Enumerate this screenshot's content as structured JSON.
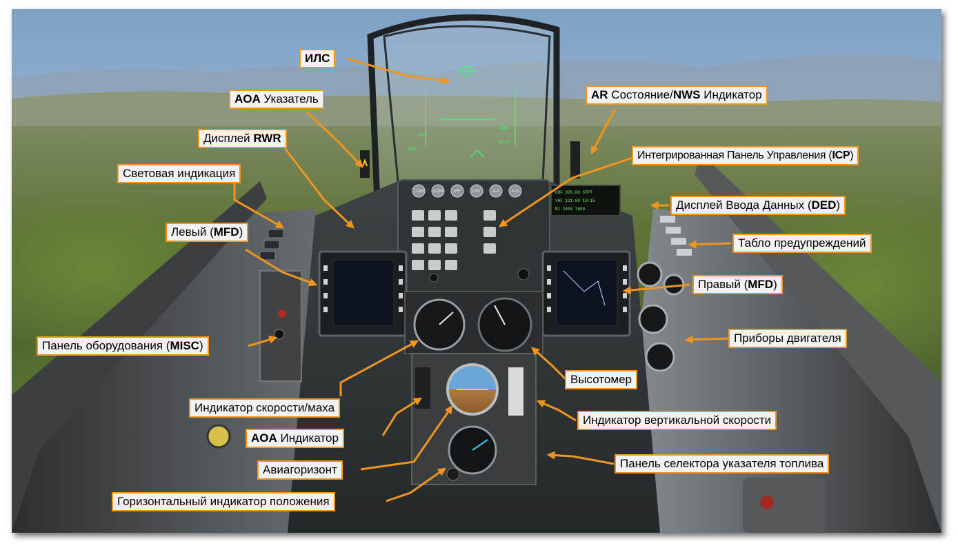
{
  "callouts": {
    "hud": "ИЛС",
    "aoa_indexer_bold": "AOA",
    "aoa_indexer_rest": " Указатель",
    "rwr_pre": "Дисплей ",
    "rwr_bold": "RWR",
    "light": "Световая индикация",
    "left_mfd_pre": "Левый (",
    "left_mfd_bold": "MFD",
    "left_mfd_post": ")",
    "misc_pre": "Панель оборудования (",
    "misc_bold": "MISC",
    "misc_post": ")",
    "airspeed": "Индикатор скорости/маха",
    "aoa_ind_bold": "AOA",
    "aoa_ind_rest": " Индикатор",
    "adi": "Авиагоризонт",
    "hsi": "Горизонтальный индикатор положения",
    "ar_bold": "AR",
    "ar_mid": " Состояние/",
    "nws_bold": "NWS",
    "nws_rest": " Индикатор",
    "icp_pre": "Интегрированная Панель Управления (",
    "icp_bold": "ICP",
    "icp_post": ")",
    "ded_pre": "Дисплей Ввода Данных (",
    "ded_bold": "DED",
    "ded_post": ")",
    "caution": "Табло предупреждений",
    "right_mfd_pre": "Правый (",
    "right_mfd_bold": "MFD",
    "right_mfd_post": ")",
    "engine": "Приборы двигателя",
    "altimeter": "Высотомер",
    "vvi": "Индикатор вертикальной скорости",
    "fuel": "Панель селектора указателя топлива"
  },
  "icp_buttons": [
    "COM",
    "COM",
    "IFF",
    "LIST",
    "A-A",
    "A-G"
  ],
  "colors": {
    "accent": "#f0961e",
    "callout_bg": "#f2f2f2",
    "hud_green": "#3cff6a"
  }
}
